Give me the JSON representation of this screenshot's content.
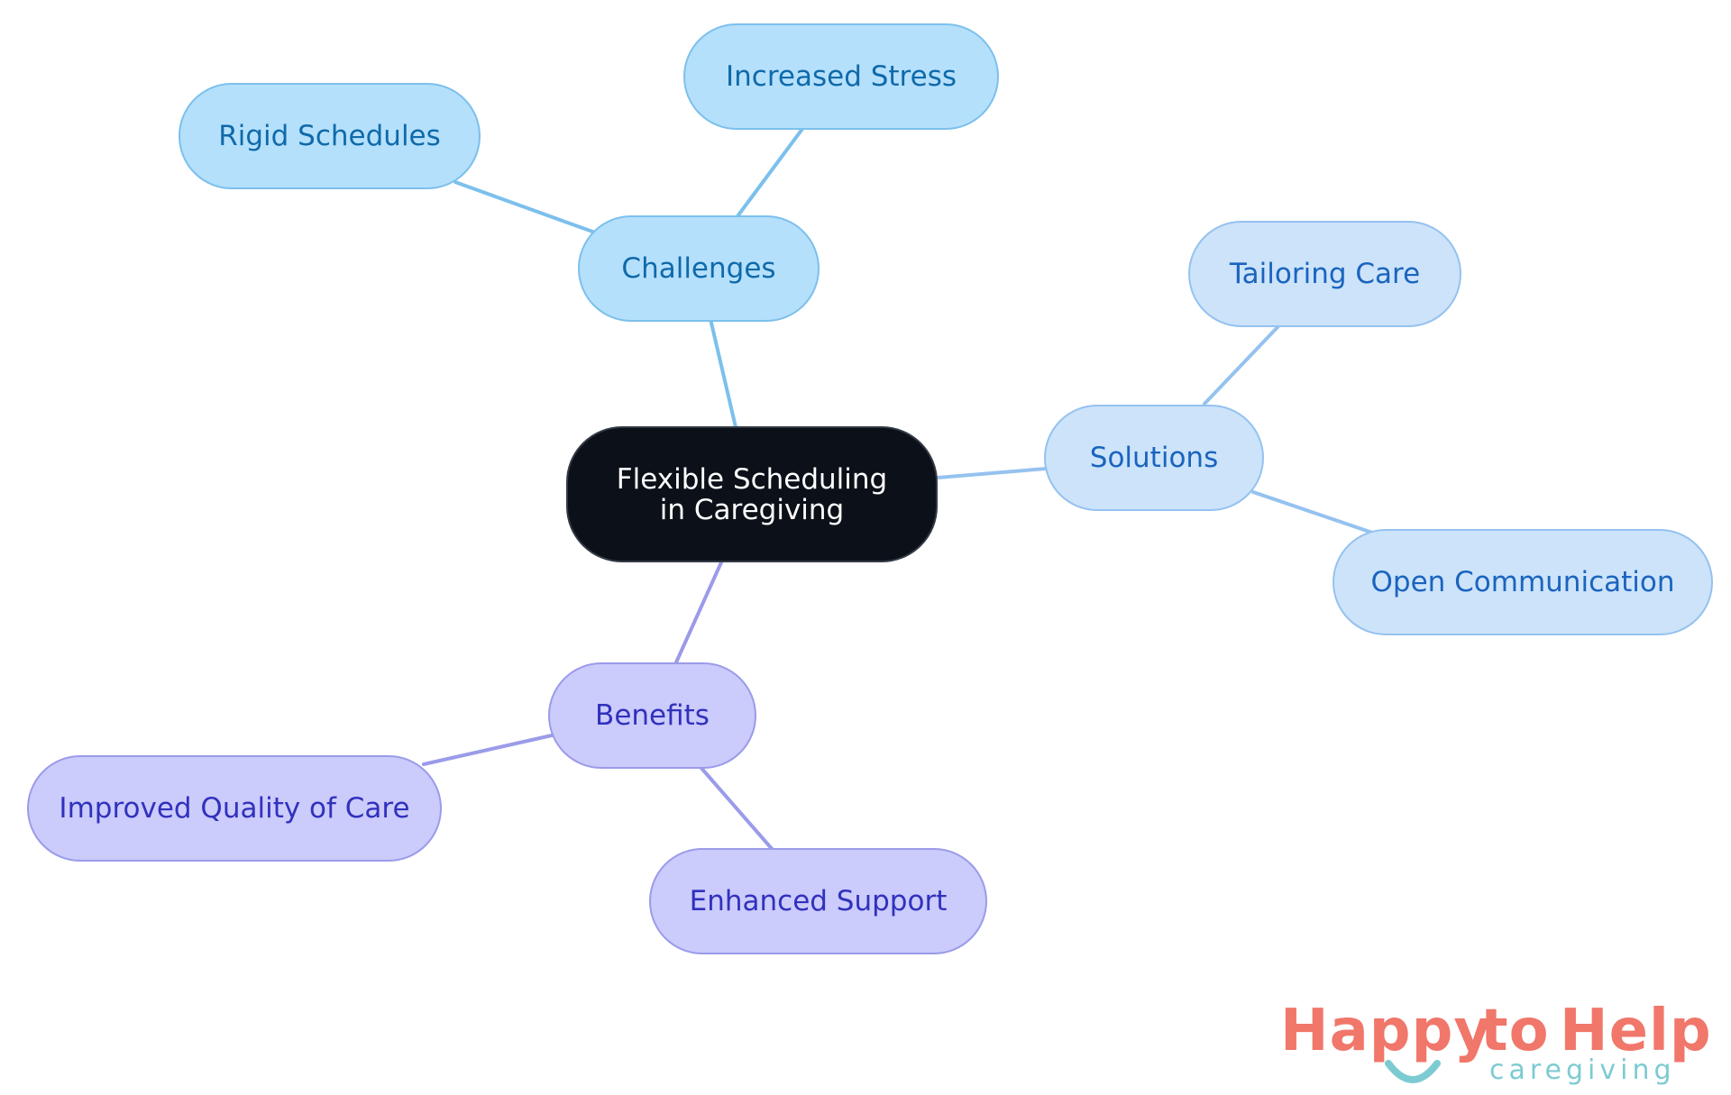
{
  "diagram": {
    "root": {
      "label": "Flexible Scheduling in Caregiving"
    },
    "branches": [
      {
        "label": "Challenges",
        "color": "#7cc0ec",
        "children": [
          {
            "label": "Rigid Schedules"
          },
          {
            "label": "Increased Stress"
          }
        ]
      },
      {
        "label": "Solutions",
        "color": "#95c2ef",
        "children": [
          {
            "label": "Tailoring Care"
          },
          {
            "label": "Open Communication"
          }
        ]
      },
      {
        "label": "Benefits",
        "color": "#9b9bea",
        "children": [
          {
            "label": "Improved Quality of Care"
          },
          {
            "label": "Enhanced Support"
          }
        ]
      }
    ]
  },
  "logo": {
    "word_1": "Happy",
    "word_2": "to",
    "word_3": "Help",
    "subtitle": "caregiving",
    "colors": {
      "primary": "#f0776a",
      "accent": "#7dcbd2"
    }
  }
}
